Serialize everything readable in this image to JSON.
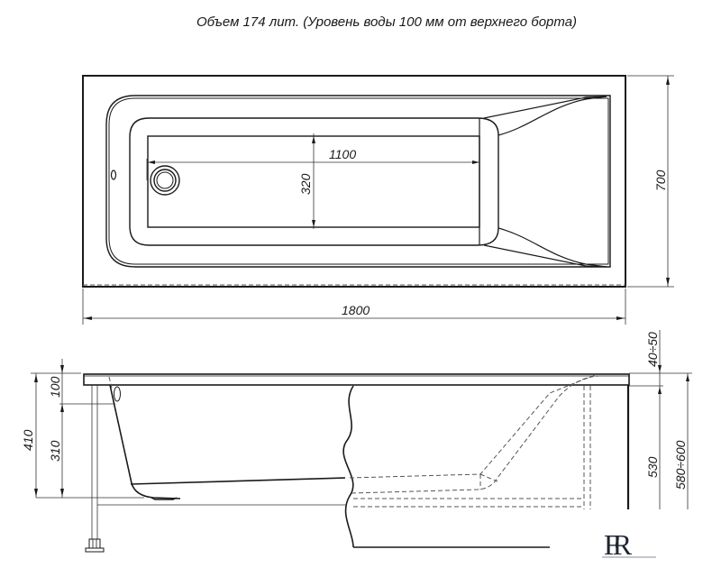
{
  "title": "Объем 174 лит. (Уровень воды 100 мм от верхнего борта)",
  "top_view": {
    "length_label": "1800",
    "width_label": "700",
    "inner_length_label": "1100",
    "inner_width_label": "320"
  },
  "side_view": {
    "total_height_label": "410",
    "water_gap_label": "100",
    "water_depth_label": "310",
    "rim_label": "40÷50",
    "leg_height_label": "530",
    "overall_height_label": "580÷600"
  },
  "logo": {
    "text": "FR"
  },
  "colors": {
    "line": "#1a1a1a",
    "dashed": "#555555",
    "logo": "#1e2533"
  }
}
